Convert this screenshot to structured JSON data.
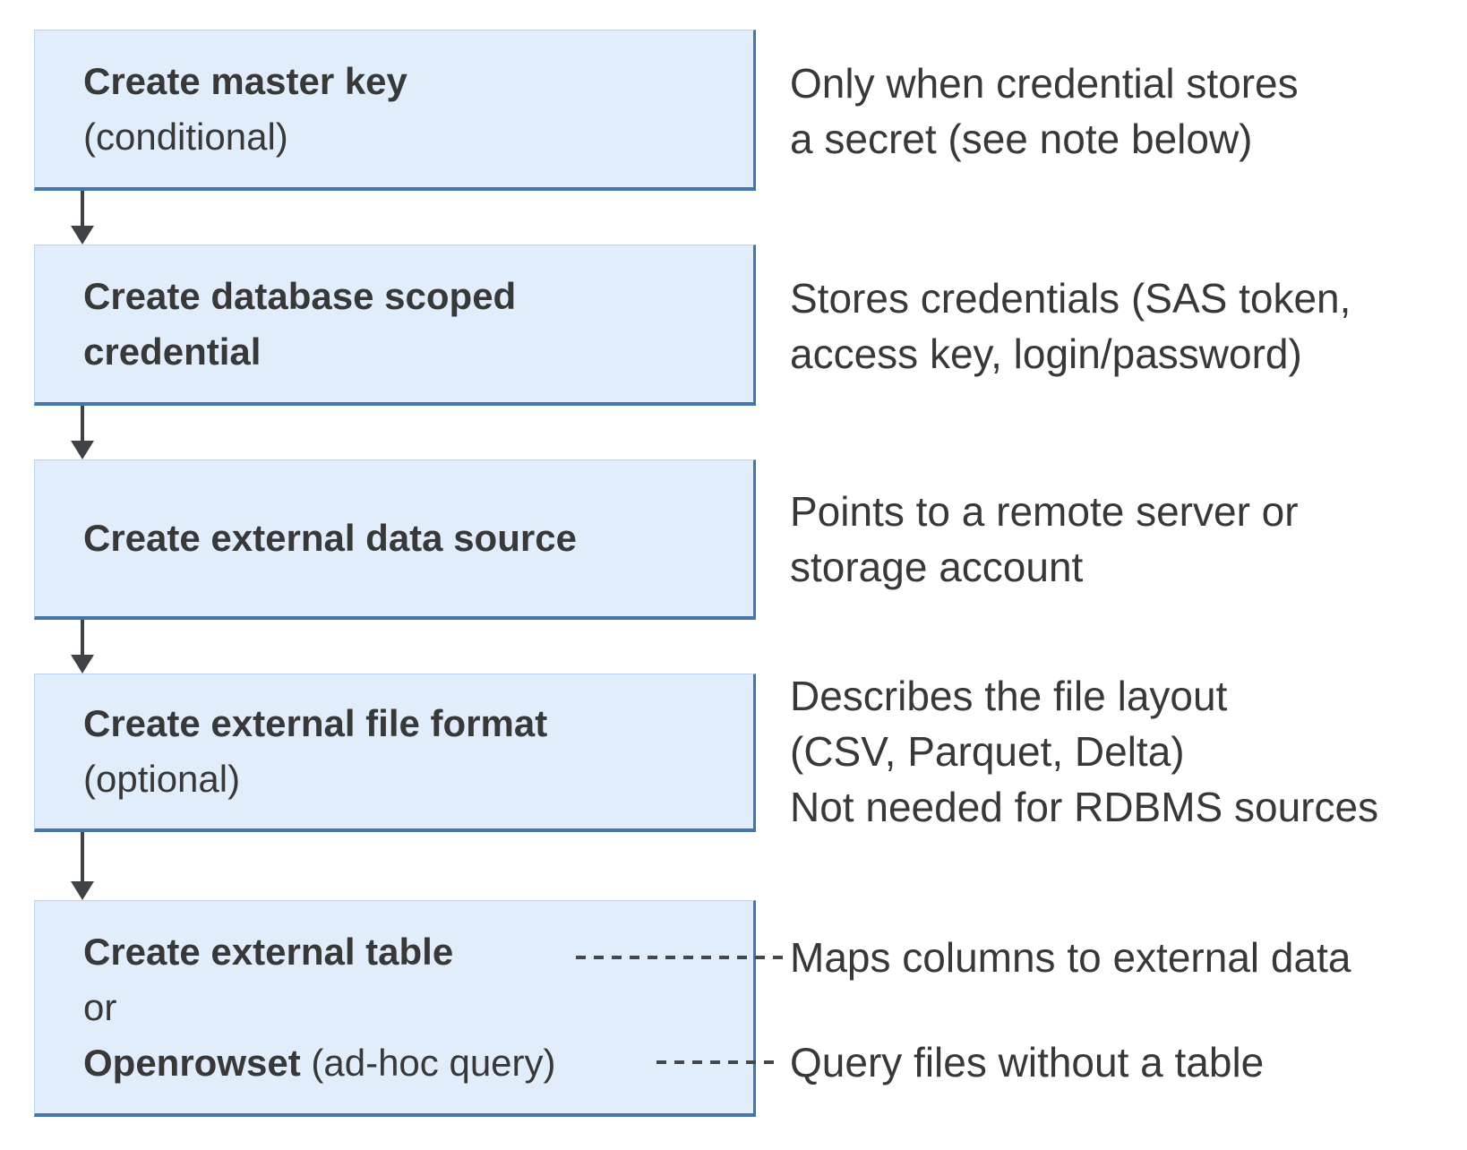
{
  "diagram": {
    "colors": {
      "box_fill": "#E1EDFA",
      "box_border_light": "#BBD3EC",
      "box_border_dark": "#4377AC",
      "arrow": "#3F4348",
      "dash": "#44474B",
      "text": "#383838"
    },
    "steps": [
      {
        "box_lines": [
          {
            "bold": "Create master key",
            "regular": ""
          },
          {
            "bold": "",
            "regular": "(conditional)"
          }
        ],
        "description_lines": [
          "Only when credential stores",
          "a secret (see note below)"
        ]
      },
      {
        "box_lines": [
          {
            "bold": "Create database scoped",
            "regular": ""
          },
          {
            "bold": "credential",
            "regular": ""
          }
        ],
        "description_lines": [
          "Stores credentials (SAS token,",
          "access key, login/password)"
        ]
      },
      {
        "box_lines": [
          {
            "bold": "Create external data source",
            "regular": ""
          }
        ],
        "description_lines": [
          "Points to a remote server or",
          "storage account"
        ]
      },
      {
        "box_lines": [
          {
            "bold": "Create external file format",
            "regular": ""
          },
          {
            "bold": "",
            "regular": "(optional)"
          }
        ],
        "description_lines": [
          "Describes the file layout",
          "(CSV, Parquet, Delta)",
          "Not needed for RDBMS sources"
        ]
      },
      {
        "box_lines": [
          {
            "bold": "Create external table",
            "regular": ""
          },
          {
            "bold": "",
            "regular": "or"
          },
          {
            "bold": "Openrowset",
            "regular": " (ad-hoc query)"
          }
        ],
        "notes": [
          {
            "label": "Maps columns to external data"
          },
          {
            "label": "Query files without a table"
          }
        ]
      }
    ]
  }
}
